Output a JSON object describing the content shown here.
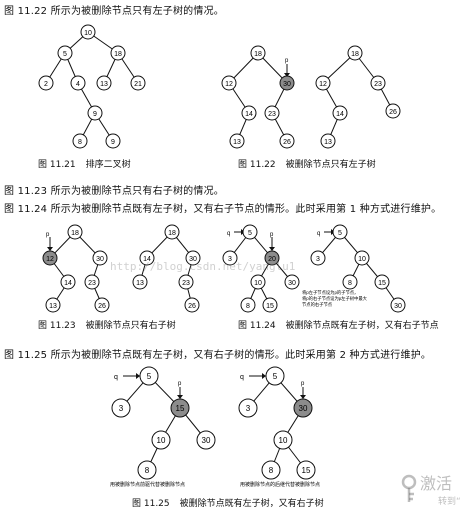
{
  "text_lines": [
    "图 11.22 所示为被删除节点只有左子树的情况。",
    "图 11.23 所示为被删除节点只有右子树的情况。",
    "图 11.24 所示为被删除节点既有左子树，又有右子节点的情形。此时采用第 1 种方式进行维护。",
    "图 11.25 所示为被删除节点既有左子树，又有右子树的情形。此时采用第 2 种方式进行维护。"
  ],
  "captions": {
    "fig21": {
      "num": "图 11.21",
      "text": "排序二叉树"
    },
    "fig22": {
      "num": "图 11.22",
      "text": "被删除节点只有左子树"
    },
    "fig23": {
      "num": "图 11.23",
      "text": "被删除节点只有右子树"
    },
    "fig24": {
      "num": "图 11.24",
      "text": "被删除节点既有左子树，又有右子节点"
    },
    "fig25": {
      "num": "图 11.25",
      "text": "被删除节点既有左子树，又有右子树"
    }
  },
  "notes": {
    "fig24_line1": "将p左子节点设为p的子节点，",
    "fig24_line2": "将p的右子节点设为p左子树中最大",
    "fig24_line3": "节点的右子节点",
    "fig25_left": "用被删除节点前驱代替被删除节点",
    "fig25_right": "用被删除节点的后继代替被删除节点"
  },
  "pointer_labels": {
    "p": "p",
    "q": "q"
  },
  "watermark": "http://blog.csdn.net/yanglu1",
  "logo": {
    "line1": "激活",
    "line2": "转到“"
  },
  "colors": {
    "node_fill": "#ffffff",
    "deleted_fill": "#8c8c8c",
    "edge": "#111111",
    "text": "#111111"
  },
  "trees": [
    {
      "id": "fig21",
      "nodes": [
        {
          "id": "n10",
          "label": "10"
        },
        {
          "id": "n5",
          "label": "5"
        },
        {
          "id": "n18",
          "label": "18"
        },
        {
          "id": "n2",
          "label": "2"
        },
        {
          "id": "n4",
          "label": "4"
        },
        {
          "id": "n13",
          "label": "13"
        },
        {
          "id": "n21",
          "label": "21"
        },
        {
          "id": "n9",
          "label": "9"
        },
        {
          "id": "n8",
          "label": "8"
        },
        {
          "id": "n9b",
          "label": "9"
        }
      ]
    },
    {
      "id": "fig22a",
      "nodes": [
        {
          "id": "n18",
          "label": "18"
        },
        {
          "id": "n12",
          "label": "12"
        },
        {
          "id": "n30",
          "label": "30",
          "deleted": true
        },
        {
          "id": "n14",
          "label": "14"
        },
        {
          "id": "n23",
          "label": "23"
        },
        {
          "id": "n13",
          "label": "13"
        },
        {
          "id": "n26",
          "label": "26"
        }
      ]
    },
    {
      "id": "fig22b",
      "nodes": [
        {
          "id": "n18",
          "label": "18"
        },
        {
          "id": "n12",
          "label": "12"
        },
        {
          "id": "n23",
          "label": "23"
        },
        {
          "id": "n14",
          "label": "14"
        },
        {
          "id": "n26",
          "label": "26"
        },
        {
          "id": "n13",
          "label": "13"
        }
      ]
    },
    {
      "id": "fig23a",
      "nodes": [
        {
          "id": "n18",
          "label": "18"
        },
        {
          "id": "n12",
          "label": "12",
          "deleted": true
        },
        {
          "id": "n30",
          "label": "30"
        },
        {
          "id": "n14",
          "label": "14"
        },
        {
          "id": "n23",
          "label": "23"
        },
        {
          "id": "n13",
          "label": "13"
        },
        {
          "id": "n26",
          "label": "26"
        }
      ]
    },
    {
      "id": "fig23b",
      "nodes": [
        {
          "id": "n18",
          "label": "18"
        },
        {
          "id": "n14",
          "label": "14"
        },
        {
          "id": "n30",
          "label": "30"
        },
        {
          "id": "n13",
          "label": "13"
        },
        {
          "id": "n23",
          "label": "23"
        },
        {
          "id": "n26",
          "label": "26"
        }
      ]
    },
    {
      "id": "fig24a",
      "nodes": [
        {
          "id": "n5",
          "label": "5"
        },
        {
          "id": "n3",
          "label": "3"
        },
        {
          "id": "n20",
          "label": "20",
          "deleted": true
        },
        {
          "id": "n10",
          "label": "10"
        },
        {
          "id": "n30",
          "label": "30"
        },
        {
          "id": "n8",
          "label": "8"
        },
        {
          "id": "n15",
          "label": "15"
        }
      ]
    },
    {
      "id": "fig24b",
      "nodes": [
        {
          "id": "n5",
          "label": "5"
        },
        {
          "id": "n3",
          "label": "3"
        },
        {
          "id": "n10",
          "label": "10"
        },
        {
          "id": "n8",
          "label": "8"
        },
        {
          "id": "n15",
          "label": "15"
        },
        {
          "id": "n30",
          "label": "30"
        }
      ]
    },
    {
      "id": "fig25a",
      "nodes": [
        {
          "id": "n5",
          "label": "5"
        },
        {
          "id": "n3",
          "label": "3"
        },
        {
          "id": "n15",
          "label": "15",
          "deleted": true
        },
        {
          "id": "n10",
          "label": "10"
        },
        {
          "id": "n30",
          "label": "30"
        },
        {
          "id": "n8",
          "label": "8"
        }
      ]
    },
    {
      "id": "fig25b",
      "nodes": [
        {
          "id": "n5",
          "label": "5"
        },
        {
          "id": "n3",
          "label": "3"
        },
        {
          "id": "n30",
          "label": "30",
          "deleted": true
        },
        {
          "id": "n10",
          "label": "10"
        },
        {
          "id": "n8",
          "label": "8"
        },
        {
          "id": "n15",
          "label": "15"
        }
      ]
    }
  ]
}
